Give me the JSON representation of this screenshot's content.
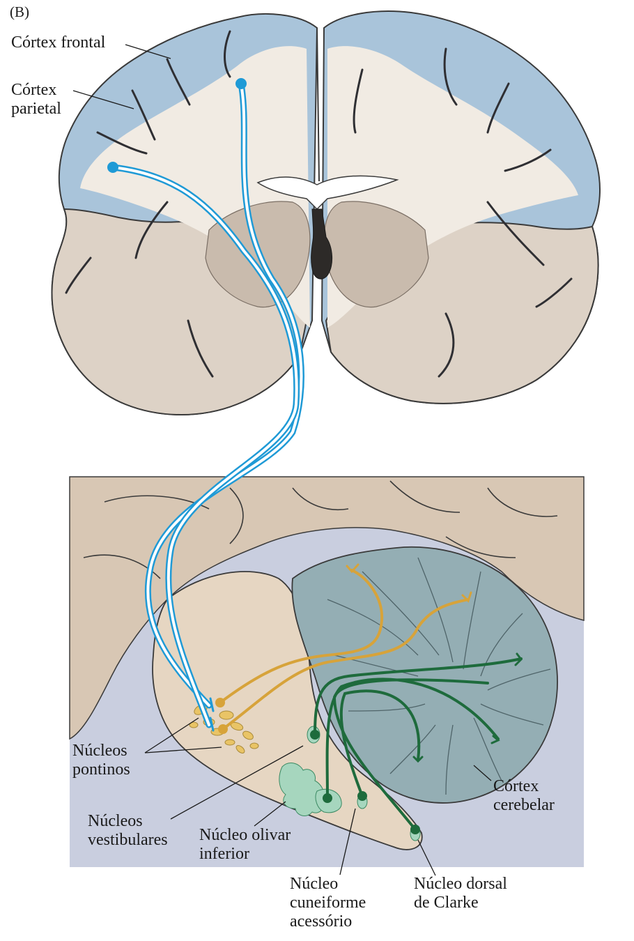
{
  "panel_letter": "(B)",
  "labels": {
    "cortex_frontal": "Córtex frontal",
    "cortex_parietal_1": "Córtex",
    "cortex_parietal_2": "parietal",
    "nucleos_pontinos_1": "Núcleos",
    "nucleos_pontinos_2": "pontinos",
    "nucleos_vestibulares_1": "Núcleos",
    "nucleos_vestibulares_2": "vestibulares",
    "nucleo_olivar_1": "Núcleo olivar",
    "nucleo_olivar_2": "inferior",
    "nucleo_cuneiforme_1": "Núcleo",
    "nucleo_cuneiforme_2": "cuneiforme",
    "nucleo_cuneiforme_3": "acessório",
    "nucleo_clarke_1": "Núcleo dorsal",
    "nucleo_clarke_2": "de Clarke",
    "cortex_cerebelar_1": "Córtex",
    "cortex_cerebelar_2": "cerebelar"
  },
  "colors": {
    "cortex_blue": "#a9c4da",
    "white_matter": "#f1ebe3",
    "gray_matter": "#cdbfb1",
    "brainstem": "#d8c7b4",
    "cerebellum": "#94aeb4",
    "background_lavender": "#c9cedf",
    "cortical_pathway": "#1f9ad6",
    "pontine_pathway": "#d7a33a",
    "spinocerebellar_pathway": "#1e6b3c",
    "nucleus_fill": "#e9c466",
    "olive_fill": "#a6d6be"
  }
}
